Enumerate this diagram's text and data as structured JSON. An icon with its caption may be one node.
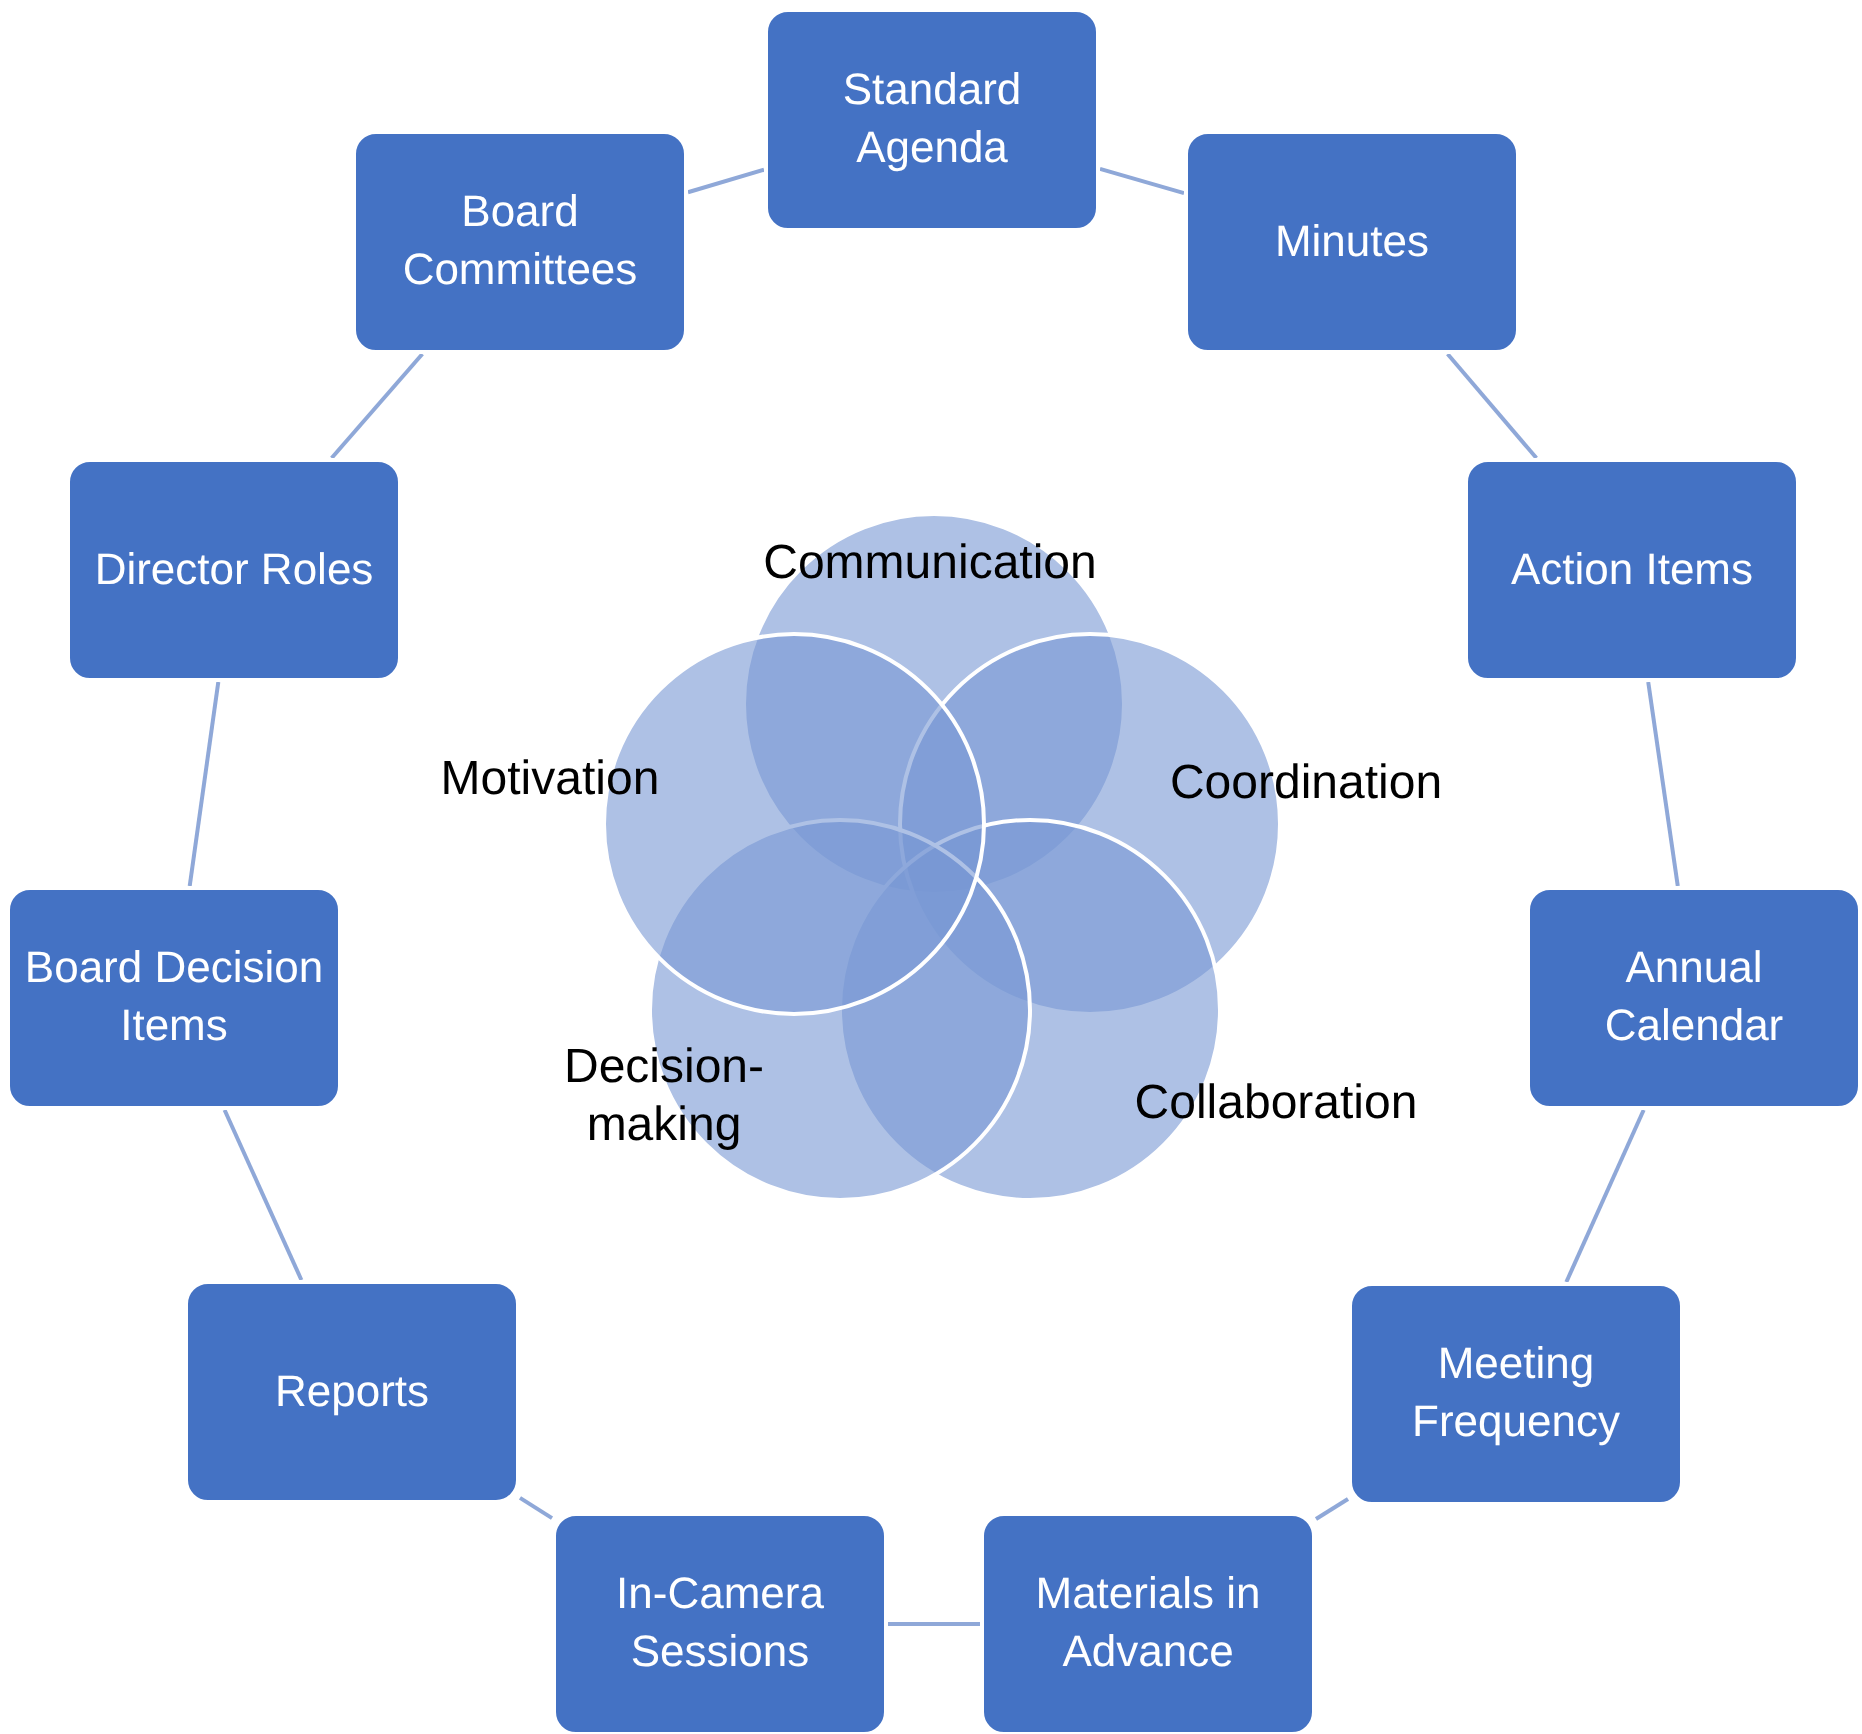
{
  "diagram": {
    "nodes": [
      {
        "text": [
          "Standard Agenda"
        ]
      },
      {
        "text": [
          "Minutes"
        ]
      },
      {
        "text": [
          "Action Items"
        ]
      },
      {
        "text": [
          "Annual Calendar"
        ]
      },
      {
        "text": [
          "Meeting Frequency"
        ]
      },
      {
        "text": [
          "Materials in Advance"
        ]
      },
      {
        "text": [
          "In-Camera Sessions"
        ]
      },
      {
        "text": [
          "Reports"
        ]
      },
      {
        "text": [
          "Board Decision Items"
        ]
      },
      {
        "text": [
          "Director Roles"
        ]
      },
      {
        "text": [
          "Board Committees"
        ]
      },
      {
        "text": [
          "Communication"
        ]
      },
      {
        "text": [
          "Coordination"
        ]
      },
      {
        "text": [
          "Collaboration"
        ]
      },
      {
        "text": [
          "Decision-making"
        ]
      },
      {
        "text": [
          "Motivation"
        ]
      }
    ],
    "edges": [
      {
        "from": 0,
        "to": 1,
        "arrow": "none"
      },
      {
        "from": 1,
        "to": 2,
        "arrow": "none"
      },
      {
        "from": 2,
        "to": 3,
        "arrow": "none"
      },
      {
        "from": 3,
        "to": 4,
        "arrow": "none"
      },
      {
        "from": 4,
        "to": 5,
        "arrow": "none"
      },
      {
        "from": 5,
        "to": 6,
        "arrow": "none"
      },
      {
        "from": 6,
        "to": 7,
        "arrow": "none"
      },
      {
        "from": 7,
        "to": 8,
        "arrow": "none"
      },
      {
        "from": 8,
        "to": 9,
        "arrow": "none"
      },
      {
        "from": 9,
        "to": 10,
        "arrow": "none"
      },
      {
        "from": 10,
        "to": 0,
        "arrow": "none"
      }
    ]
  }
}
